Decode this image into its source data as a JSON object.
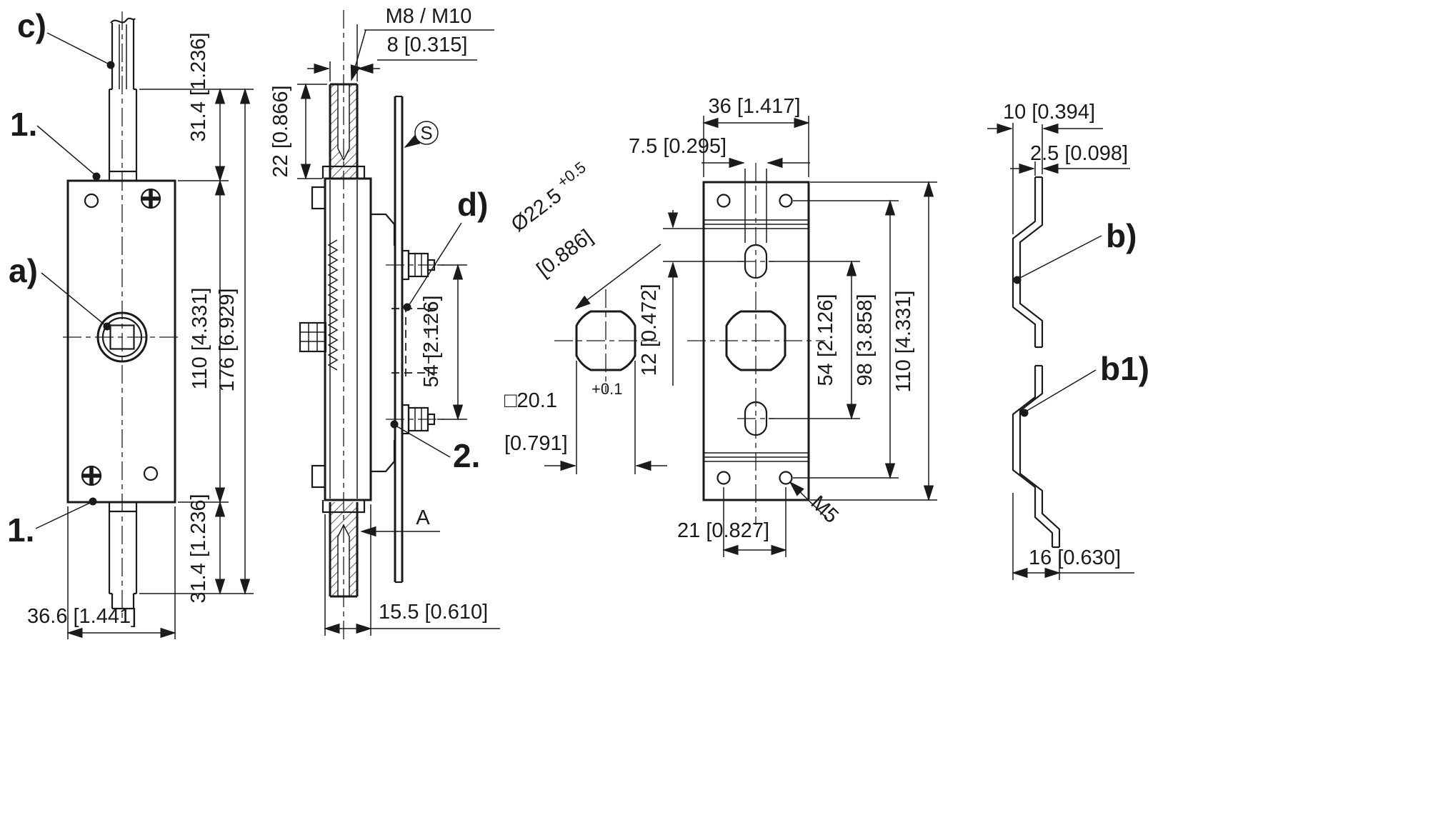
{
  "callouts": {
    "c": "c)",
    "one": "1.",
    "a": "a)",
    "d": "d)",
    "two": "2.",
    "s": "S",
    "section_a": "A",
    "b": "b)",
    "b1": "b1)"
  },
  "front_view": {
    "rod_top": "31.4 [1.236]",
    "body_height": "110 [4.331]",
    "total_height": "176 [6.929]",
    "rod_bottom": "31.4 [1.236]",
    "body_width": "36.6 [1.441]"
  },
  "side_view": {
    "thread": "M8 / M10",
    "rod_width": "8 [0.315]",
    "thread_length": "22 [0.866]",
    "nut_spacing": "54 [2.126]",
    "depth": "15.5 [0.610]"
  },
  "hole_detail": {
    "diameter": "Ø22.5",
    "diameter_tol": "+0.5",
    "diameter_inch": "[0.886]",
    "square": "□20.1",
    "square_tol": "+0.1",
    "square_inch": "[0.791]"
  },
  "plate_view": {
    "width": "36 [1.417]",
    "slot_width": "7.5 [0.295]",
    "slot_offset": "12 [0.472]",
    "slot_spacing": "54 [2.126]",
    "hole_span": "98 [3.858]",
    "height": "110 [4.331]",
    "hole_pitch": "21 [0.827]",
    "tap": "M5"
  },
  "profiles": {
    "offset": "10 [0.394]",
    "thickness": "2.5 [0.098]",
    "depth": "16 [0.630]"
  }
}
